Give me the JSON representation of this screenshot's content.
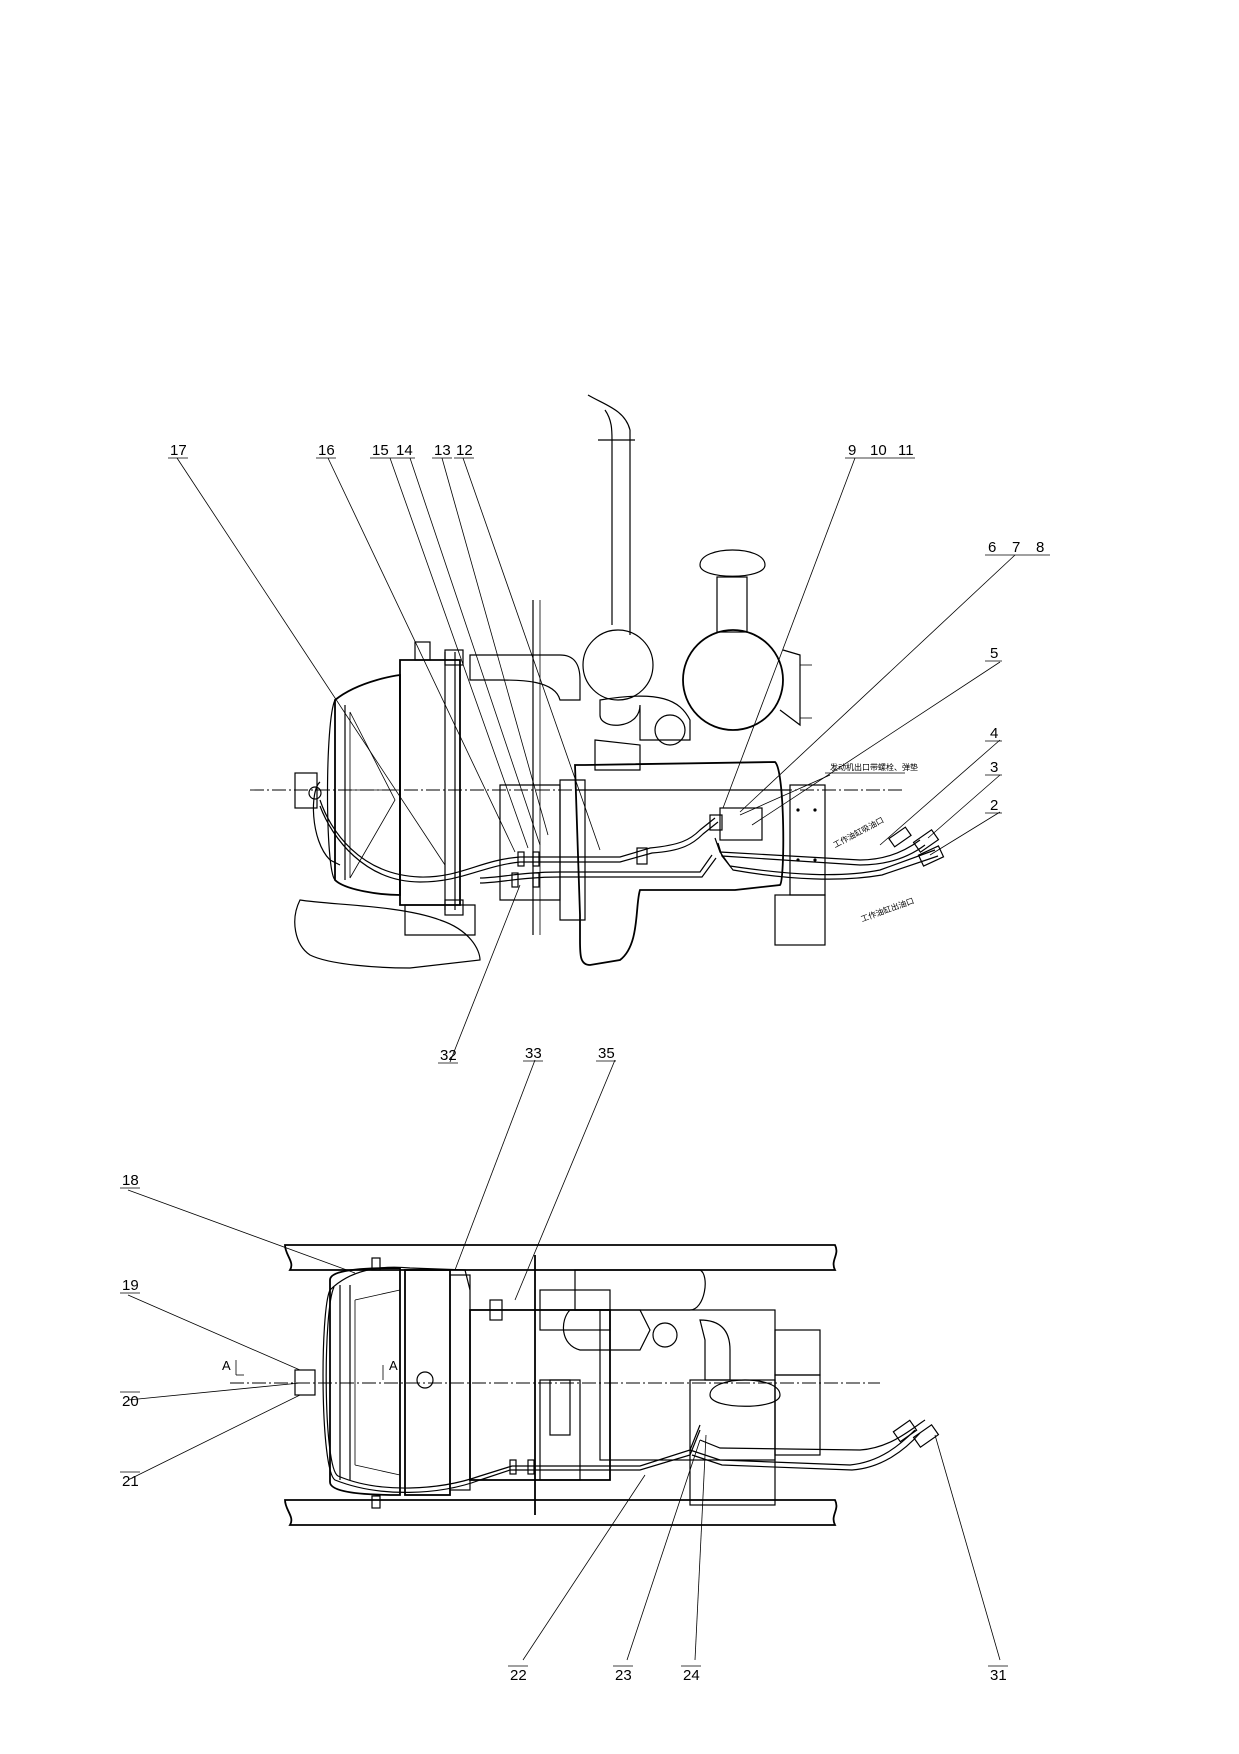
{
  "drawing": {
    "callouts_upper": [
      {
        "id": "c17",
        "text": "17"
      },
      {
        "id": "c16",
        "text": "16"
      },
      {
        "id": "c15",
        "text": "15"
      },
      {
        "id": "c14",
        "text": "14"
      },
      {
        "id": "c13",
        "text": "13"
      },
      {
        "id": "c12",
        "text": "12"
      },
      {
        "id": "c9",
        "text": "9"
      },
      {
        "id": "c10",
        "text": "10"
      },
      {
        "id": "c11",
        "text": "11"
      },
      {
        "id": "c6",
        "text": "6"
      },
      {
        "id": "c7",
        "text": "7"
      },
      {
        "id": "c8",
        "text": "8"
      },
      {
        "id": "c5",
        "text": "5"
      },
      {
        "id": "c4",
        "text": "4"
      },
      {
        "id": "c3",
        "text": "3"
      },
      {
        "id": "c2",
        "text": "2"
      },
      {
        "id": "c32",
        "text": "32"
      }
    ],
    "callouts_lower": [
      {
        "id": "c33",
        "text": "33"
      },
      {
        "id": "c35",
        "text": "35"
      },
      {
        "id": "c18",
        "text": "18"
      },
      {
        "id": "c19",
        "text": "19"
      },
      {
        "id": "c20",
        "text": "20"
      },
      {
        "id": "c21",
        "text": "21"
      },
      {
        "id": "c22",
        "text": "22"
      },
      {
        "id": "c23",
        "text": "23"
      },
      {
        "id": "c24",
        "text": "24"
      },
      {
        "id": "c31",
        "text": "31"
      }
    ],
    "notes": {
      "engine_outlet": "发动机出口带螺栓、弹垫",
      "work_pump_inlet": "工作油缸吸油口",
      "work_pump_outlet": "工作油缸出油口"
    },
    "section_markers": {
      "left": "A",
      "right": "A"
    }
  }
}
